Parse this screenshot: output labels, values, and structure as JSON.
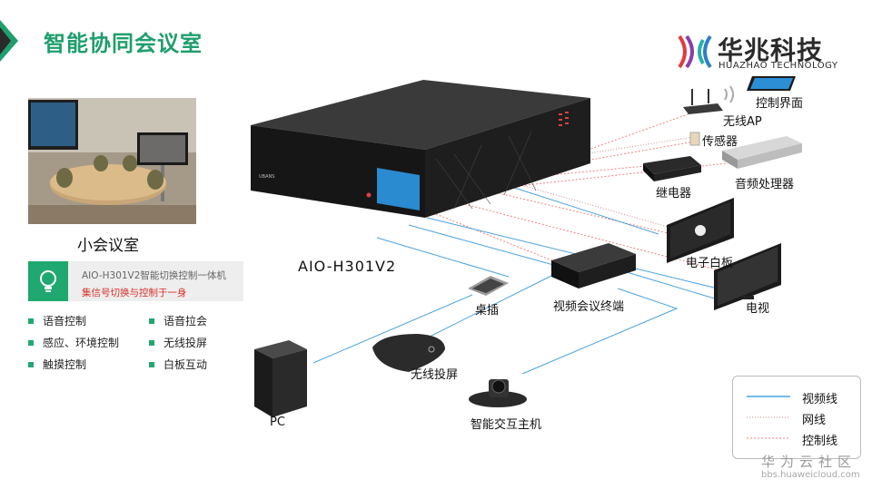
{
  "header": {
    "title": "智能协同会议室"
  },
  "logo": {
    "cn": "华兆科技",
    "en": "HUAZHAO TECHNOLOGY"
  },
  "room": {
    "label": "小会议室"
  },
  "info": {
    "line1": "AIO-H301V2智能切换控制一体机",
    "line2": "集信号切换与控制于一身"
  },
  "features": {
    "left": [
      "语音控制",
      "感应、环境控制",
      "触摸控制"
    ],
    "right": [
      "语音拉会",
      "无线投屏",
      "白板互动"
    ]
  },
  "device": {
    "model": "AIO-H301V2",
    "brand": "UBANS"
  },
  "nodes": {
    "control_ui": "控制界面",
    "wireless_ap": "无线AP",
    "sensor": "传感器",
    "relay": "继电器",
    "audio": "音频处理器",
    "whiteboard": "电子白板",
    "tv": "电视",
    "vc_terminal": "视频会议终端",
    "desk_socket": "桌插",
    "wireless_cast": "无线投屏",
    "smart_host": "智能交互主机",
    "pc": "PC"
  },
  "legend": {
    "video": "视频线",
    "network": "网线",
    "control": "控制线"
  },
  "watermark": {
    "cn": "华为云社区",
    "url": "bbs.huaweicloud.com"
  },
  "colors": {
    "accent": "#1fa870",
    "video_line": "#4aa3df",
    "network_line": "#c58a8a",
    "control_line": "#f08080"
  }
}
